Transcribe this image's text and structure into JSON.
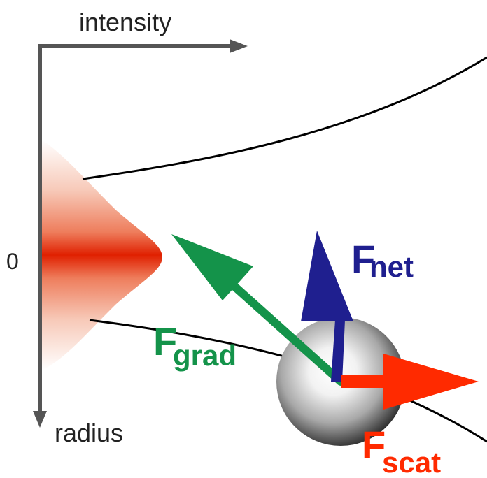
{
  "axes": {
    "x_label": "intensity",
    "y_label": "radius",
    "zero_label": "0"
  },
  "forces": {
    "net": {
      "main": "F",
      "sub": "net",
      "color": "#1f1f8f"
    },
    "grad": {
      "main": "F",
      "sub": "grad",
      "color": "#14934a"
    },
    "scat": {
      "main": "F",
      "sub": "scat",
      "color": "#ff2a00"
    }
  },
  "colors": {
    "axis": "#555555",
    "beam_line": "#000000",
    "intensity_peak": "#e02000"
  }
}
